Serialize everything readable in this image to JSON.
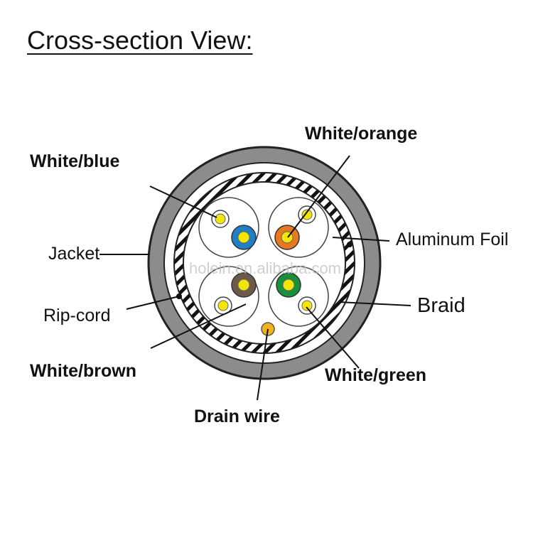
{
  "title": "Cross-section View:",
  "watermark": "holein.en.alibaba.com",
  "labels": {
    "white_orange": "White/orange",
    "white_blue": "White/blue",
    "jacket": "Jacket",
    "aluminum_foil": "Aluminum Foil",
    "rip_cord": "Rip-cord",
    "braid": "Braid",
    "white_brown": "White/brown",
    "white_green": "White/green",
    "drain_wire": "Drain wire"
  },
  "colors": {
    "jacket": "#8c8c8c",
    "wire_yellow": "#f3e600",
    "blue": "#1f7fc4",
    "orange": "#e7781f",
    "brown": "#6e5a48",
    "green": "#18913a",
    "drain": "#f0b21f"
  }
}
